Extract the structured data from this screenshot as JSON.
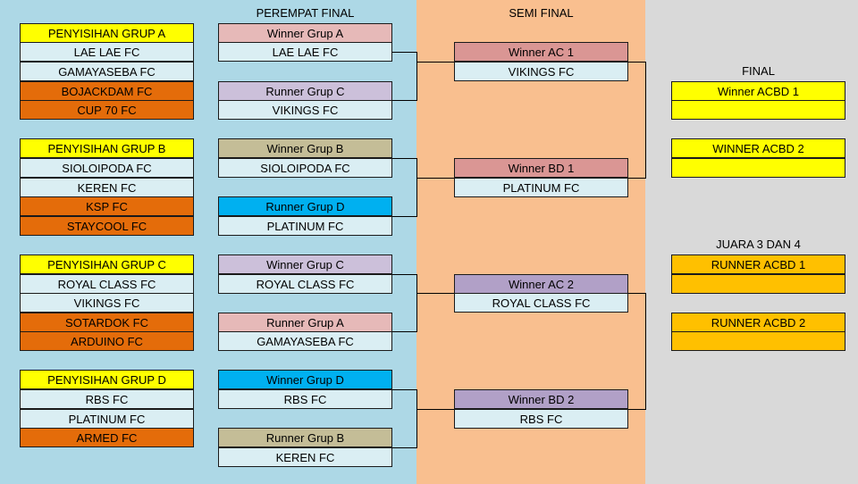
{
  "colors": {
    "bg_left": "#add8e6",
    "bg_semi": "#f9bf8f",
    "bg_final": "#d9d9d9",
    "yellow": "#ffff00",
    "light_blue": "#daeef3",
    "orange": "#e46c0a",
    "pink": "#e6b9b8",
    "lavender": "#ccc0da",
    "khaki": "#c4bd97",
    "cyan": "#00b0f0",
    "rose": "#da9694",
    "purple": "#b1a0c7",
    "gold": "#ffc000"
  },
  "headers": {
    "quarter": "PEREMPAT FINAL",
    "semi": "SEMI FINAL",
    "final": "FINAL",
    "third": "JUARA 3 DAN 4"
  },
  "groups": [
    {
      "title": "PENYISIHAN GRUP A",
      "teams": [
        "LAE LAE FC",
        "GAMAYASEBA FC",
        "BOJACKDAM FC",
        "CUP 70 FC"
      ]
    },
    {
      "title": "PENYISIHAN GRUP B",
      "teams": [
        "SIOLOIPODA FC",
        "KEREN FC",
        "KSP FC",
        "STAYCOOL FC"
      ]
    },
    {
      "title": "PENYISIHAN GRUP C",
      "teams": [
        "ROYAL CLASS FC",
        "VIKINGS FC",
        "SOTARDOK FC",
        "ARDUINO FC"
      ]
    },
    {
      "title": "PENYISIHAN GRUP D",
      "teams": [
        "RBS FC",
        "PLATINUM FC",
        "ARMED FC"
      ]
    }
  ],
  "quarter": [
    {
      "label": "Winner Grup A",
      "team": "LAE LAE FC"
    },
    {
      "label": "Runner Grup C",
      "team": "VIKINGS FC"
    },
    {
      "label": "Winner Grup B",
      "team": "SIOLOIPODA FC"
    },
    {
      "label": "Runner Grup D",
      "team": "PLATINUM FC"
    },
    {
      "label": "Winner Grup C",
      "team": "ROYAL CLASS FC"
    },
    {
      "label": "Runner Grup A",
      "team": "GAMAYASEBA FC"
    },
    {
      "label": "Winner Grup D",
      "team": "RBS FC"
    },
    {
      "label": "Runner Grup B",
      "team": "KEREN FC"
    }
  ],
  "semi": [
    {
      "label": "Winner AC 1",
      "team": "VIKINGS FC"
    },
    {
      "label": "Winner BD 1",
      "team": "PLATINUM FC"
    },
    {
      "label": "Winner AC 2",
      "team": "ROYAL CLASS FC"
    },
    {
      "label": "Winner BD 2",
      "team": "RBS FC"
    }
  ],
  "final": [
    {
      "label": "Winner ACBD 1",
      "team": ""
    },
    {
      "label": "WINNER ACBD 2",
      "team": ""
    }
  ],
  "third": [
    {
      "label": "RUNNER ACBD 1",
      "team": ""
    },
    {
      "label": "RUNNER  ACBD 2",
      "team": ""
    }
  ]
}
